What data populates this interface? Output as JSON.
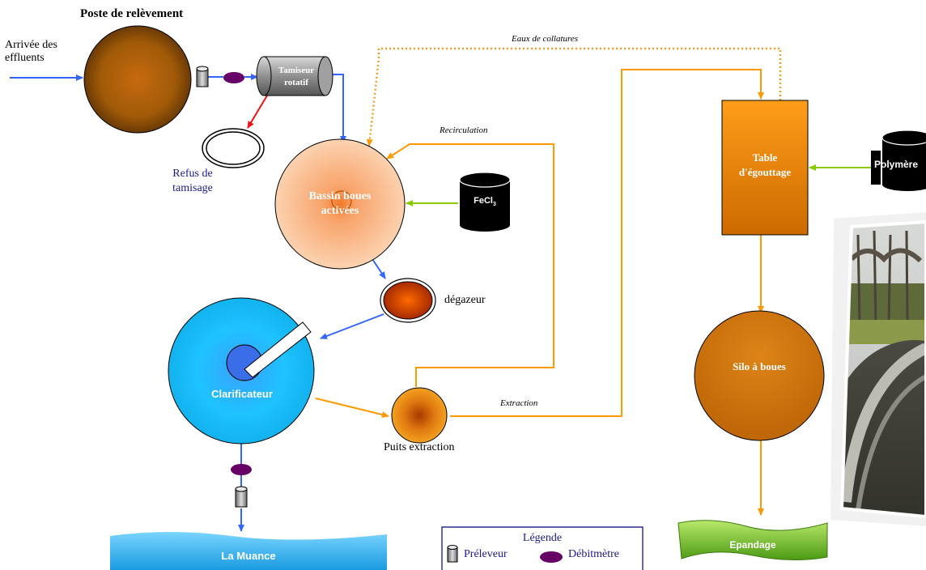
{
  "title": "Poste de relèvement",
  "inlet": {
    "line1": "Arrivée des",
    "line2": "effluents"
  },
  "screen": {
    "line1": "Tamiseur",
    "line2": "rotatif"
  },
  "screen_reject": {
    "line1": "Refus de",
    "line2": "tamisage"
  },
  "aeration_basin": {
    "line1": "Bassin boues",
    "line2": "activées"
  },
  "reagent_fecl3": {
    "main": "FeCl",
    "sub": "3"
  },
  "degasser": "dégazeur",
  "clarifier": "Clarificateur",
  "extraction_well": "Puits extraction",
  "flows": {
    "recirculation": "Recirculation",
    "extraction": "Extraction",
    "drain_water": "Eaux de collatures"
  },
  "drainage_table": {
    "line1": "Table",
    "line2": "d'égouttage"
  },
  "polymer": "Polymère",
  "sludge_silo": "Silo à boues",
  "spreading": "Epandage",
  "river": "La Muance",
  "legend": {
    "title": "Légende",
    "sampler": "Préleveur",
    "flowmeter": "Débitmètre"
  },
  "colors": {
    "effluent_flow": "#3366ff",
    "sludge_flow": "#ff9900",
    "reagent_flow": "#88cc00",
    "reject_flow": "#ee1111",
    "flowmeter": "#660066"
  }
}
